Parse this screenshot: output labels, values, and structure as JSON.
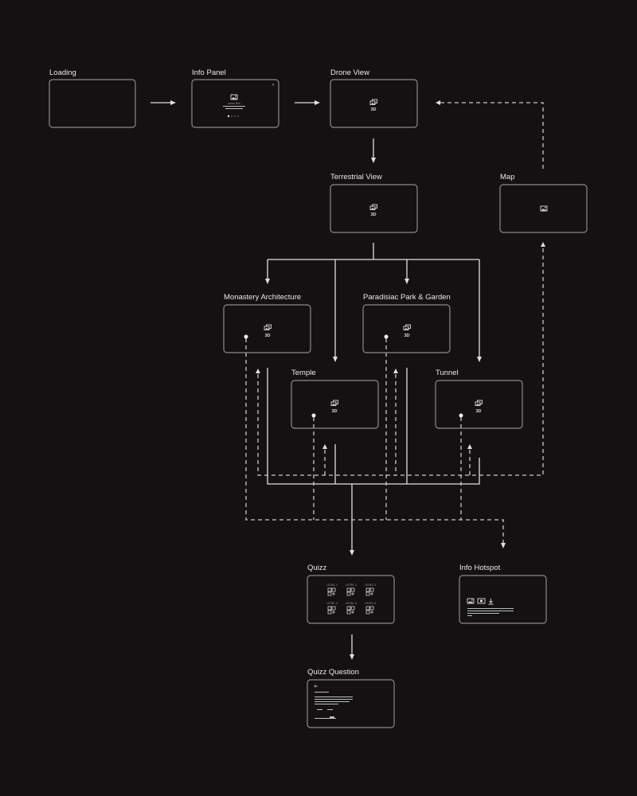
{
  "nodes": {
    "loading": {
      "label": "Loading"
    },
    "info_panel": {
      "label": "Info Panel",
      "caption": "some text"
    },
    "drone_view": {
      "label": "Drone View",
      "badge": "3D"
    },
    "terrestrial_view": {
      "label": "Terrestrial View",
      "badge": "3D"
    },
    "map": {
      "label": "Map"
    },
    "monastery_architecture": {
      "label": "Monastery Architecture",
      "badge": "3D"
    },
    "paradisiac_park": {
      "label": "Paradisiac Park & Garden",
      "badge": "3D"
    },
    "temple": {
      "label": "Temple",
      "badge": "3D"
    },
    "tunnel": {
      "label": "Tunnel",
      "badge": "3D"
    },
    "quizz": {
      "label": "Quizz",
      "tiles": [
        "LEVEL 1",
        "LEVEL 2",
        "LEVEL 3",
        "LEVEL 4",
        "LEVEL 5",
        "LEVEL 6"
      ]
    },
    "info_hotspot": {
      "label": "Info Hotspot"
    },
    "quizz_question": {
      "label": "Quizz Question"
    }
  },
  "colors": {
    "background": "#141112",
    "box_stroke": "#8a8a8a",
    "line": "#e0e0e0",
    "text": "#e8e8e8"
  },
  "icons": {
    "view": "stacked-images-icon",
    "image": "image-icon",
    "hotspot": [
      "image-icon",
      "video-icon",
      "download-icon"
    ]
  }
}
